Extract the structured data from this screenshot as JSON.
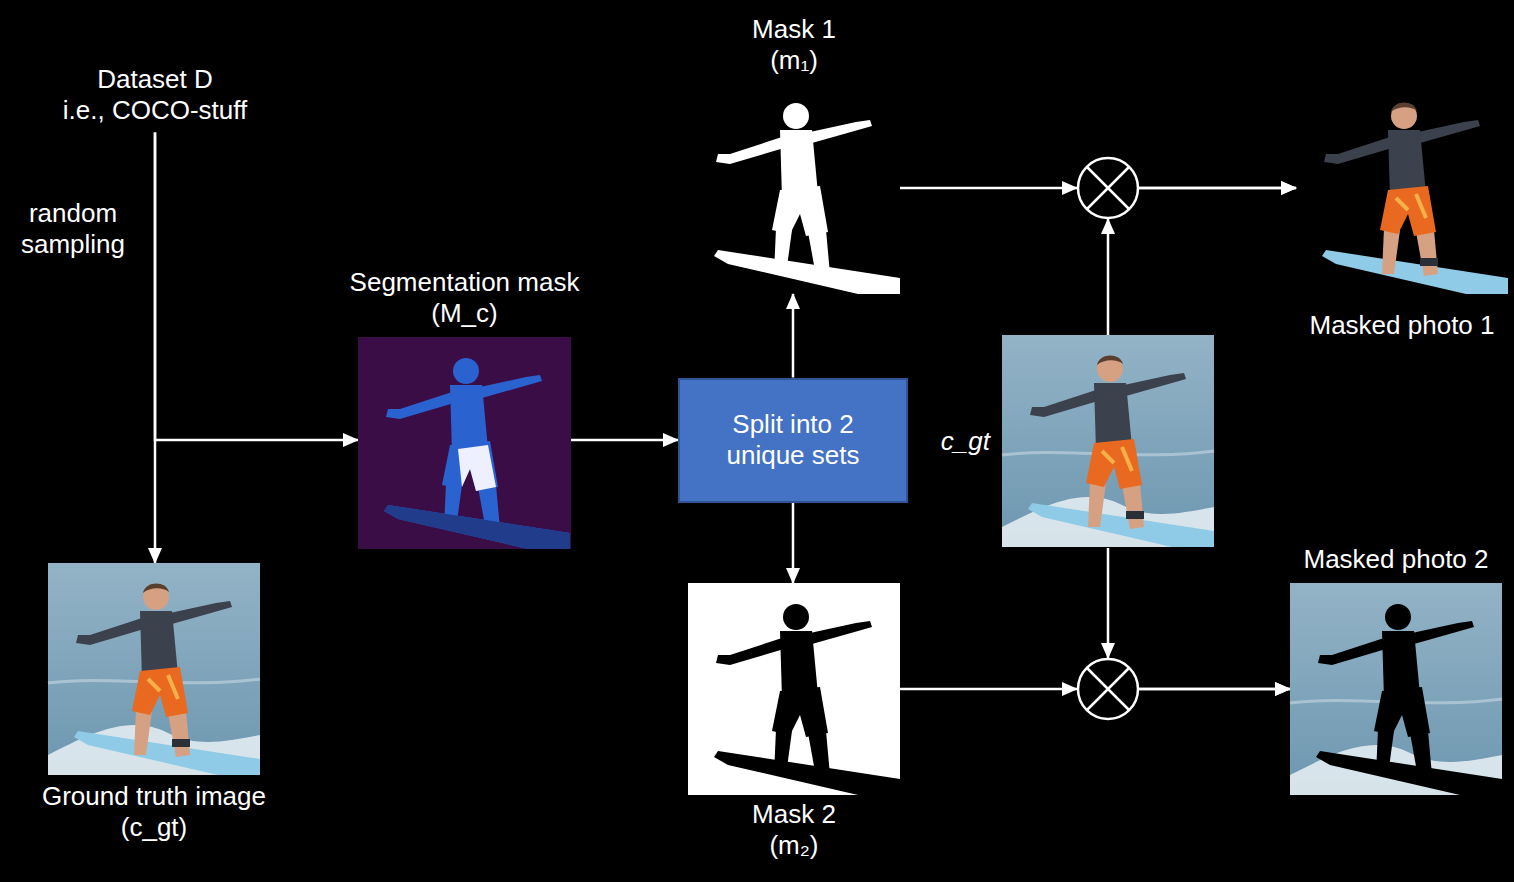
{
  "diagram": {
    "nodes": [
      {
        "text": [
          "Dataset D",
          "i.e., COCO-stuff"
        ]
      },
      {
        "text": [
          "Ground truth image",
          "(c_gt)"
        ]
      },
      {
        "text": [
          "Segmentation mask",
          "(M_c)"
        ]
      },
      {
        "text": [
          "Split into 2 unique sets"
        ]
      },
      {
        "text": [
          "Mask 1",
          "(m₁)"
        ]
      },
      {
        "text": [
          "Mask 2",
          "(m₂)"
        ]
      },
      {
        "text": [
          "c_gt"
        ]
      },
      {
        "text": [
          "Masked photo 1"
        ]
      },
      {
        "text": [
          "Masked photo 2"
        ]
      }
    ],
    "edges": [
      {
        "from": 0,
        "to": 2,
        "arrow": "to"
      },
      {
        "from": 0,
        "to": 1,
        "label": "random sampling",
        "arrow": "to"
      },
      {
        "from": 2,
        "to": 3,
        "arrow": "to"
      },
      {
        "from": 3,
        "to": 4,
        "arrow": "to"
      },
      {
        "from": 3,
        "to": 5,
        "arrow": "to"
      },
      {
        "from": 4,
        "to": 7,
        "arrow": "to"
      },
      {
        "from": 6,
        "to": 7,
        "arrow": "to"
      },
      {
        "from": 5,
        "to": 8,
        "arrow": "to"
      },
      {
        "from": 6,
        "to": 8,
        "arrow": "to"
      }
    ]
  }
}
